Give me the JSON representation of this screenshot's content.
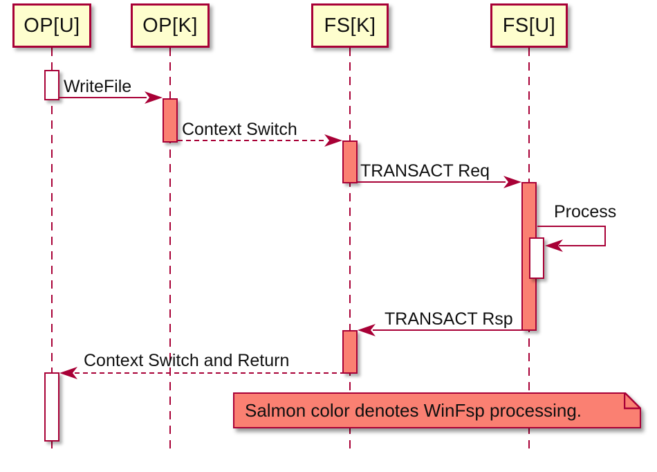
{
  "colors": {
    "border": "#A80036",
    "participant_fill": "#FEFECE",
    "salmon": "#FA8072",
    "white": "#FFFFFF",
    "text": "#101010",
    "background": "#FFFFFF"
  },
  "participants": [
    {
      "label": "OP[U]"
    },
    {
      "label": "OP[K]"
    },
    {
      "label": "FS[K]"
    },
    {
      "label": "FS[U]"
    }
  ],
  "messages": [
    {
      "label": "WriteFile",
      "type": "solid",
      "from": "OP[U]",
      "to": "OP[K]"
    },
    {
      "label": "Context Switch",
      "type": "dashed",
      "from": "OP[K]",
      "to": "FS[K]"
    },
    {
      "label": "TRANSACT Req",
      "type": "solid",
      "from": "FS[K]",
      "to": "FS[U]"
    },
    {
      "label": "Process",
      "type": "self",
      "from": "FS[U]",
      "to": "FS[U]"
    },
    {
      "label": "TRANSACT Rsp",
      "type": "solid",
      "from": "FS[U]",
      "to": "FS[K]"
    },
    {
      "label": "Context Switch and Return",
      "type": "dashed",
      "from": "FS[K]",
      "to": "OP[U]"
    }
  ],
  "note": {
    "text": "Salmon color denotes WinFsp processing."
  }
}
